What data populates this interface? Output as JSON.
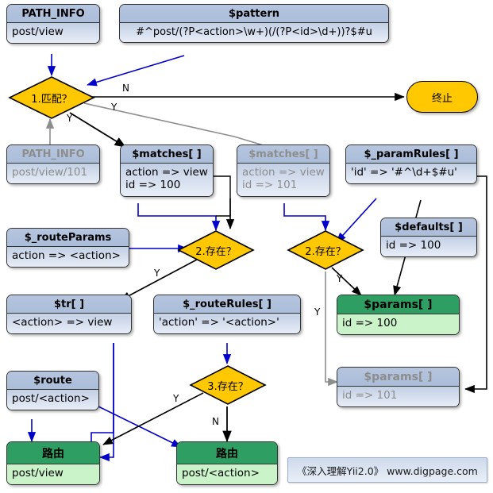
{
  "diagram": {
    "title": "Yii2 UrlRule parseRequest flow",
    "colors": {
      "decision_fill": "#ffc800",
      "terminator_fill": "#ffc800",
      "record_header": "#b0c0db",
      "record_body": "#d7e0ef",
      "result_header": "#2e9e63",
      "result_body": "#caf3ca",
      "ghost_text": "#8d8d8d",
      "edge_black": "#000000",
      "edge_blue": "#0000cc",
      "edge_grey": "#808080"
    },
    "nodes": {
      "path_info_top": {
        "header": "PATH_INFO",
        "body": "post/view"
      },
      "pattern": {
        "header": "$pattern",
        "body": "#^post/(?P<action>\\w+)(/(?P<id>\\d+))?$#u"
      },
      "decision1": {
        "label": "1.匹配？"
      },
      "terminate": {
        "label": "终止"
      },
      "path_info_ghost": {
        "header": "PATH_INFO",
        "body": "post/view/101"
      },
      "matches_a": {
        "header": "$matches[  ]",
        "body_line1": "action => view",
        "body_line2": "id => 100"
      },
      "matches_b": {
        "header": "$matches[  ]",
        "body_line1": "action => view",
        "body_line2": "id => 101"
      },
      "param_rules": {
        "header": "$_paramRules[  ]",
        "body": "'id' => '#^\\d+$#u'"
      },
      "route_params": {
        "header": "$_routeParams",
        "body": "action => <action>"
      },
      "decision2a": {
        "label": "2.存在？"
      },
      "decision2b": {
        "label": "2.存在？"
      },
      "defaults": {
        "header": "$defaults[ ]",
        "body": "id => 100"
      },
      "params_green": {
        "header": "$params[  ]",
        "body": "id => 100"
      },
      "params_ghost": {
        "header": "$params[  ]",
        "body": "id => 101"
      },
      "tr": {
        "header": "$tr[  ]",
        "body": "<action> => view"
      },
      "route_rules": {
        "header": "$_routeRules[  ]",
        "body": "'action' => '<action>'"
      },
      "route": {
        "header": "$route",
        "body": "post/<action>"
      },
      "decision3": {
        "label": "3.存在？"
      },
      "result_left": {
        "header": "路由",
        "body": "post/view"
      },
      "result_right": {
        "header": "路由",
        "body": "post/<action>"
      },
      "footer": {
        "text": "《深入理解Yii2.0》 www.digpage.com"
      }
    },
    "edge_labels": {
      "d1_no": "N",
      "d1_yes_grey": "Y",
      "d1_yes_black": "Y",
      "d2a_yes": "Y",
      "d2b_yes_right": "Y",
      "d2b_yes_down": "Y",
      "d3_yes": "Y",
      "d3_no": "N"
    }
  }
}
